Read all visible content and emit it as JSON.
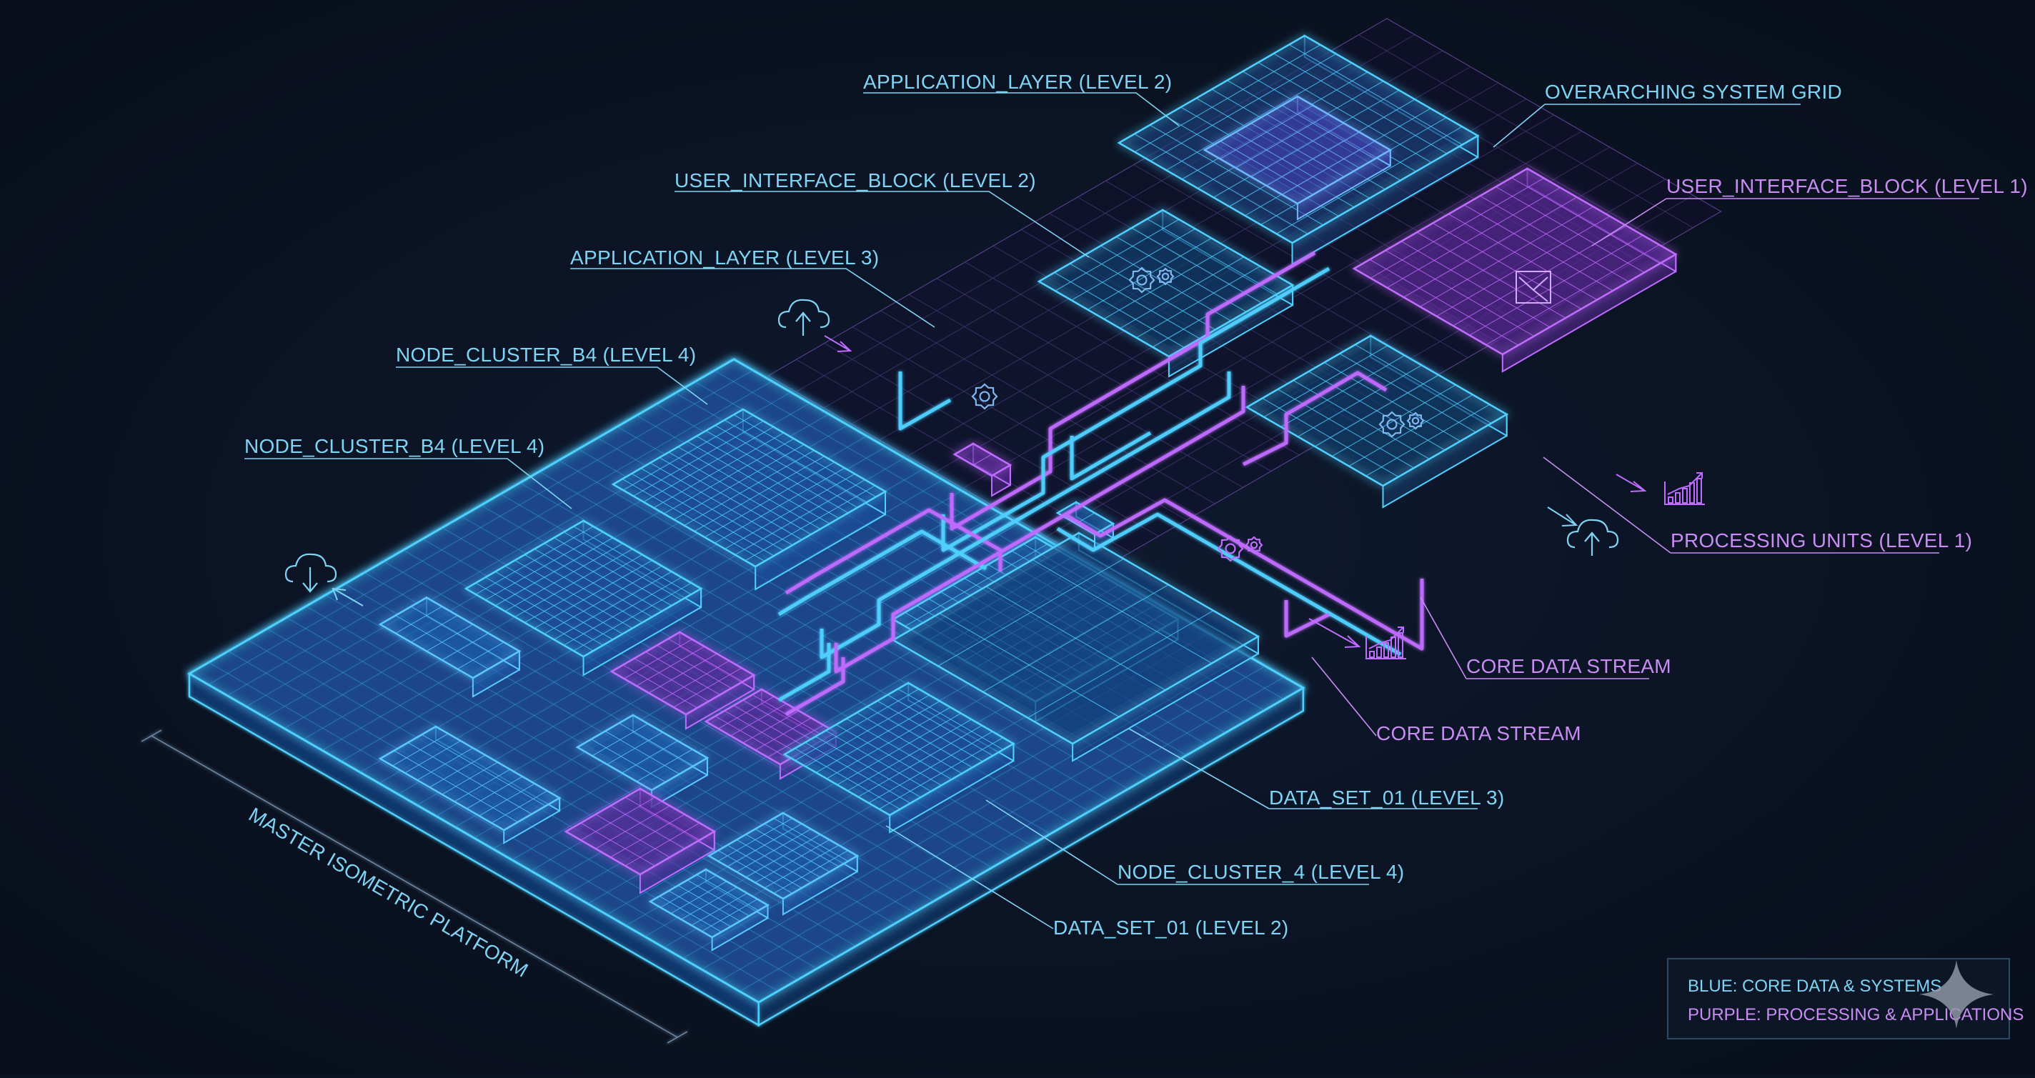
{
  "colors": {
    "background": "#0b1322",
    "blue": "#4fd0ff",
    "blue_fill": "#1a4f9a",
    "purple": "#c06cff",
    "purple_fill": "#5b2a9a",
    "label_blue": "#7fd4f4",
    "label_purple": "#c98cf2"
  },
  "labels": {
    "application_layer_l2": "APPLICATION_LAYER (LEVEL 2)",
    "overarching_system_grid": "OVERARCHING SYSTEM GRID",
    "user_interface_block_l2": "USER_INTERFACE_BLOCK (LEVEL 2)",
    "user_interface_block_l1": "USER_INTERFACE_BLOCK (LEVEL 1)",
    "application_layer_l3": "APPLICATION_LAYER (LEVEL 3)",
    "node_cluster_b4_a": "NODE_CLUSTER_B4 (LEVEL 4)",
    "node_cluster_b4_b": "NODE_CLUSTER_B4 (LEVEL 4)",
    "processing_units_l1": "PROCESSING UNITS (LEVEL 1)",
    "core_data_stream_a": "CORE DATA STREAM",
    "core_data_stream_b": "CORE DATA STREAM",
    "data_set_01_l3": "DATA_SET_01 (LEVEL 3)",
    "node_cluster_4_l4": "NODE_CLUSTER_4 (LEVEL 4)",
    "data_set_01_l2": "DATA_SET_01 (LEVEL 2)",
    "master_platform": "MASTER ISOMETRIC PLATFORM"
  },
  "legend": {
    "blue": "BLUE: CORE DATA & SYSTEMS",
    "purple": "PURPLE: PROCESSING & APPLICATIONS"
  },
  "icons": [
    "cloud-upload-icon",
    "cloud-download-icon",
    "gear-icon",
    "bar-chart-icon",
    "image-icon",
    "sparkle-icon"
  ]
}
